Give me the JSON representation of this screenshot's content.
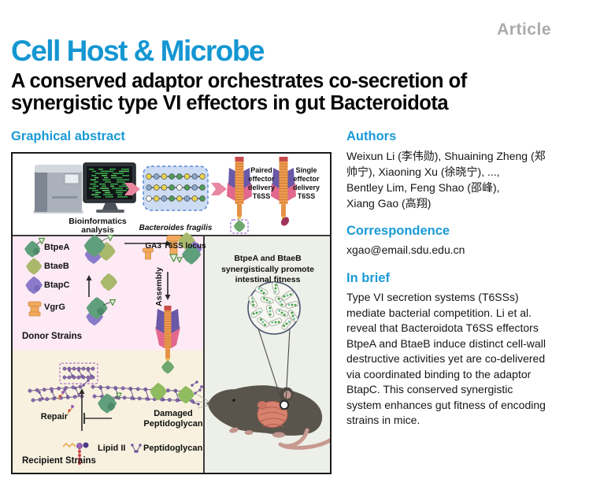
{
  "header": {
    "article_label": "Article",
    "journal_title": "Cell Host & Microbe",
    "paper_title": "A conserved adaptor orchestrates co-secretion of\nsynergistic type VI effectors in gut Bacteroidota"
  },
  "graphical_abstract": {
    "heading": "Graphical abstract",
    "top_panel": {
      "bioinformatics_label": "Bioinformatics\nanalysis",
      "locus_species": "Bacteroides fragilis",
      "locus_name": "GA3 T6SS locus",
      "paired_t6ss_label": "Paired\neffector\ndelivery\nT6SS",
      "single_t6ss_label": "Single\neffector\ndelivery\nT6SS",
      "locus_rows": [
        [
          "yellow",
          "blue",
          "yellow",
          "green",
          "green",
          "yellow",
          "blue",
          "yellow"
        ],
        [
          "blue",
          "yellow",
          "yellow",
          "green",
          "white",
          "green",
          "blue",
          "green"
        ],
        [
          "white",
          "yellow",
          "blue",
          "green",
          "yellow",
          "blue",
          "yellow",
          "green"
        ]
      ],
      "locus_palette": {
        "yellow": "#e9d34f",
        "blue": "#88a7cf",
        "green": "#4f9b57",
        "white": "#f7f7f3"
      }
    },
    "donor_panel": {
      "legend": [
        {
          "label": "BtpeA",
          "color": "#5f9f7c"
        },
        {
          "label": "BtaeB",
          "color": "#a9b86b"
        },
        {
          "label": "BtapC",
          "color": "#8a7ac9"
        },
        {
          "label": "VgrG",
          "color": "#f2a95c"
        }
      ],
      "assembly_label": "Assembly",
      "panel_label": "Donor Strains"
    },
    "recipient_panel": {
      "repair_label": "Repair",
      "damaged_label": "Damaged\nPeptidoglycan",
      "lipid2_label": "Lipid II",
      "peptidoglycan_label": "Peptidoglycan",
      "panel_label": "Recipient Strains"
    },
    "fitness_panel": {
      "caption": "BtpeA and BtaeB\nsynergistically promote\nintestinal fitness"
    }
  },
  "authors_section": {
    "heading": "Authors",
    "names": "Weixun Li (李伟勋), Shuaining Zheng (郑\n帅宁), Xiaoning Xu (徐晓宁), ...,\nBentley Lim, Feng Shao (邵峰),\nXiang Gao (高翔)"
  },
  "correspondence_section": {
    "heading": "Correspondence",
    "email": "xgao@email.sdu.edu.cn"
  },
  "in_brief_section": {
    "heading": "In brief",
    "text": "Type VI secretion systems (T6SSs)\nmediate bacterial competition. Li et al.\nreveal that Bacteroidota T6SS effectors\nBtpeA and BtaeB induce distinct cell-wall\ndestructive activities yet are co-delivered\nvia coordinated binding to the adaptor\nBtapC. This conserved synergistic\nsystem enhances gut fitness of encoding\nstrains in mice."
  },
  "colors": {
    "accent_blue": "#1b9ad6",
    "article_gray": "#ababab",
    "donor_panel_pink": "#fdeaf4",
    "recipient_panel_cream": "#f8f1df",
    "fitness_panel_gray": "#edefe9"
  }
}
